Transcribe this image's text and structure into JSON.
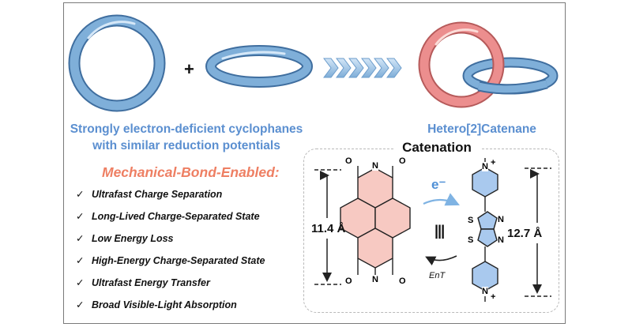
{
  "plus_sign": "+",
  "caption_left_line1": "Strongly electron-deficient cyclophanes",
  "caption_left_line2": "with similar reduction potentials",
  "caption_right": "Hetero[2]Catenane",
  "heading": "Mechanical-Bond-Enabled:",
  "check_glyph": "✓",
  "features": [
    "Ultrafast Charge Separation",
    "Long-Lived Charge-Separated State",
    "Low Energy Loss",
    "High-Energy Charge-Separated State",
    "Ultrafast Energy Transfer",
    "Broad Visible-Light Absorption"
  ],
  "catenation": {
    "title": "Catenation",
    "left_distance": "11.4 Å",
    "right_distance": "12.7 Å",
    "electron_label": "e⁻",
    "equivalence": "|||",
    "energy_transfer_label": "EnT",
    "atoms": {
      "oxygen": "O",
      "nitrogen": "N",
      "sulfur": "S",
      "charge": "+"
    }
  },
  "colors": {
    "ring_blue": "#6fa0d0",
    "ring_pink": "#ec8e8e",
    "caption_blue": "#5b8fd0",
    "heading_orange": "#ee7f63",
    "arrow_blue": "#7fb3e3",
    "pdi_fill": "#f7c9c2",
    "viologen_fill": "#a9c9ee"
  }
}
